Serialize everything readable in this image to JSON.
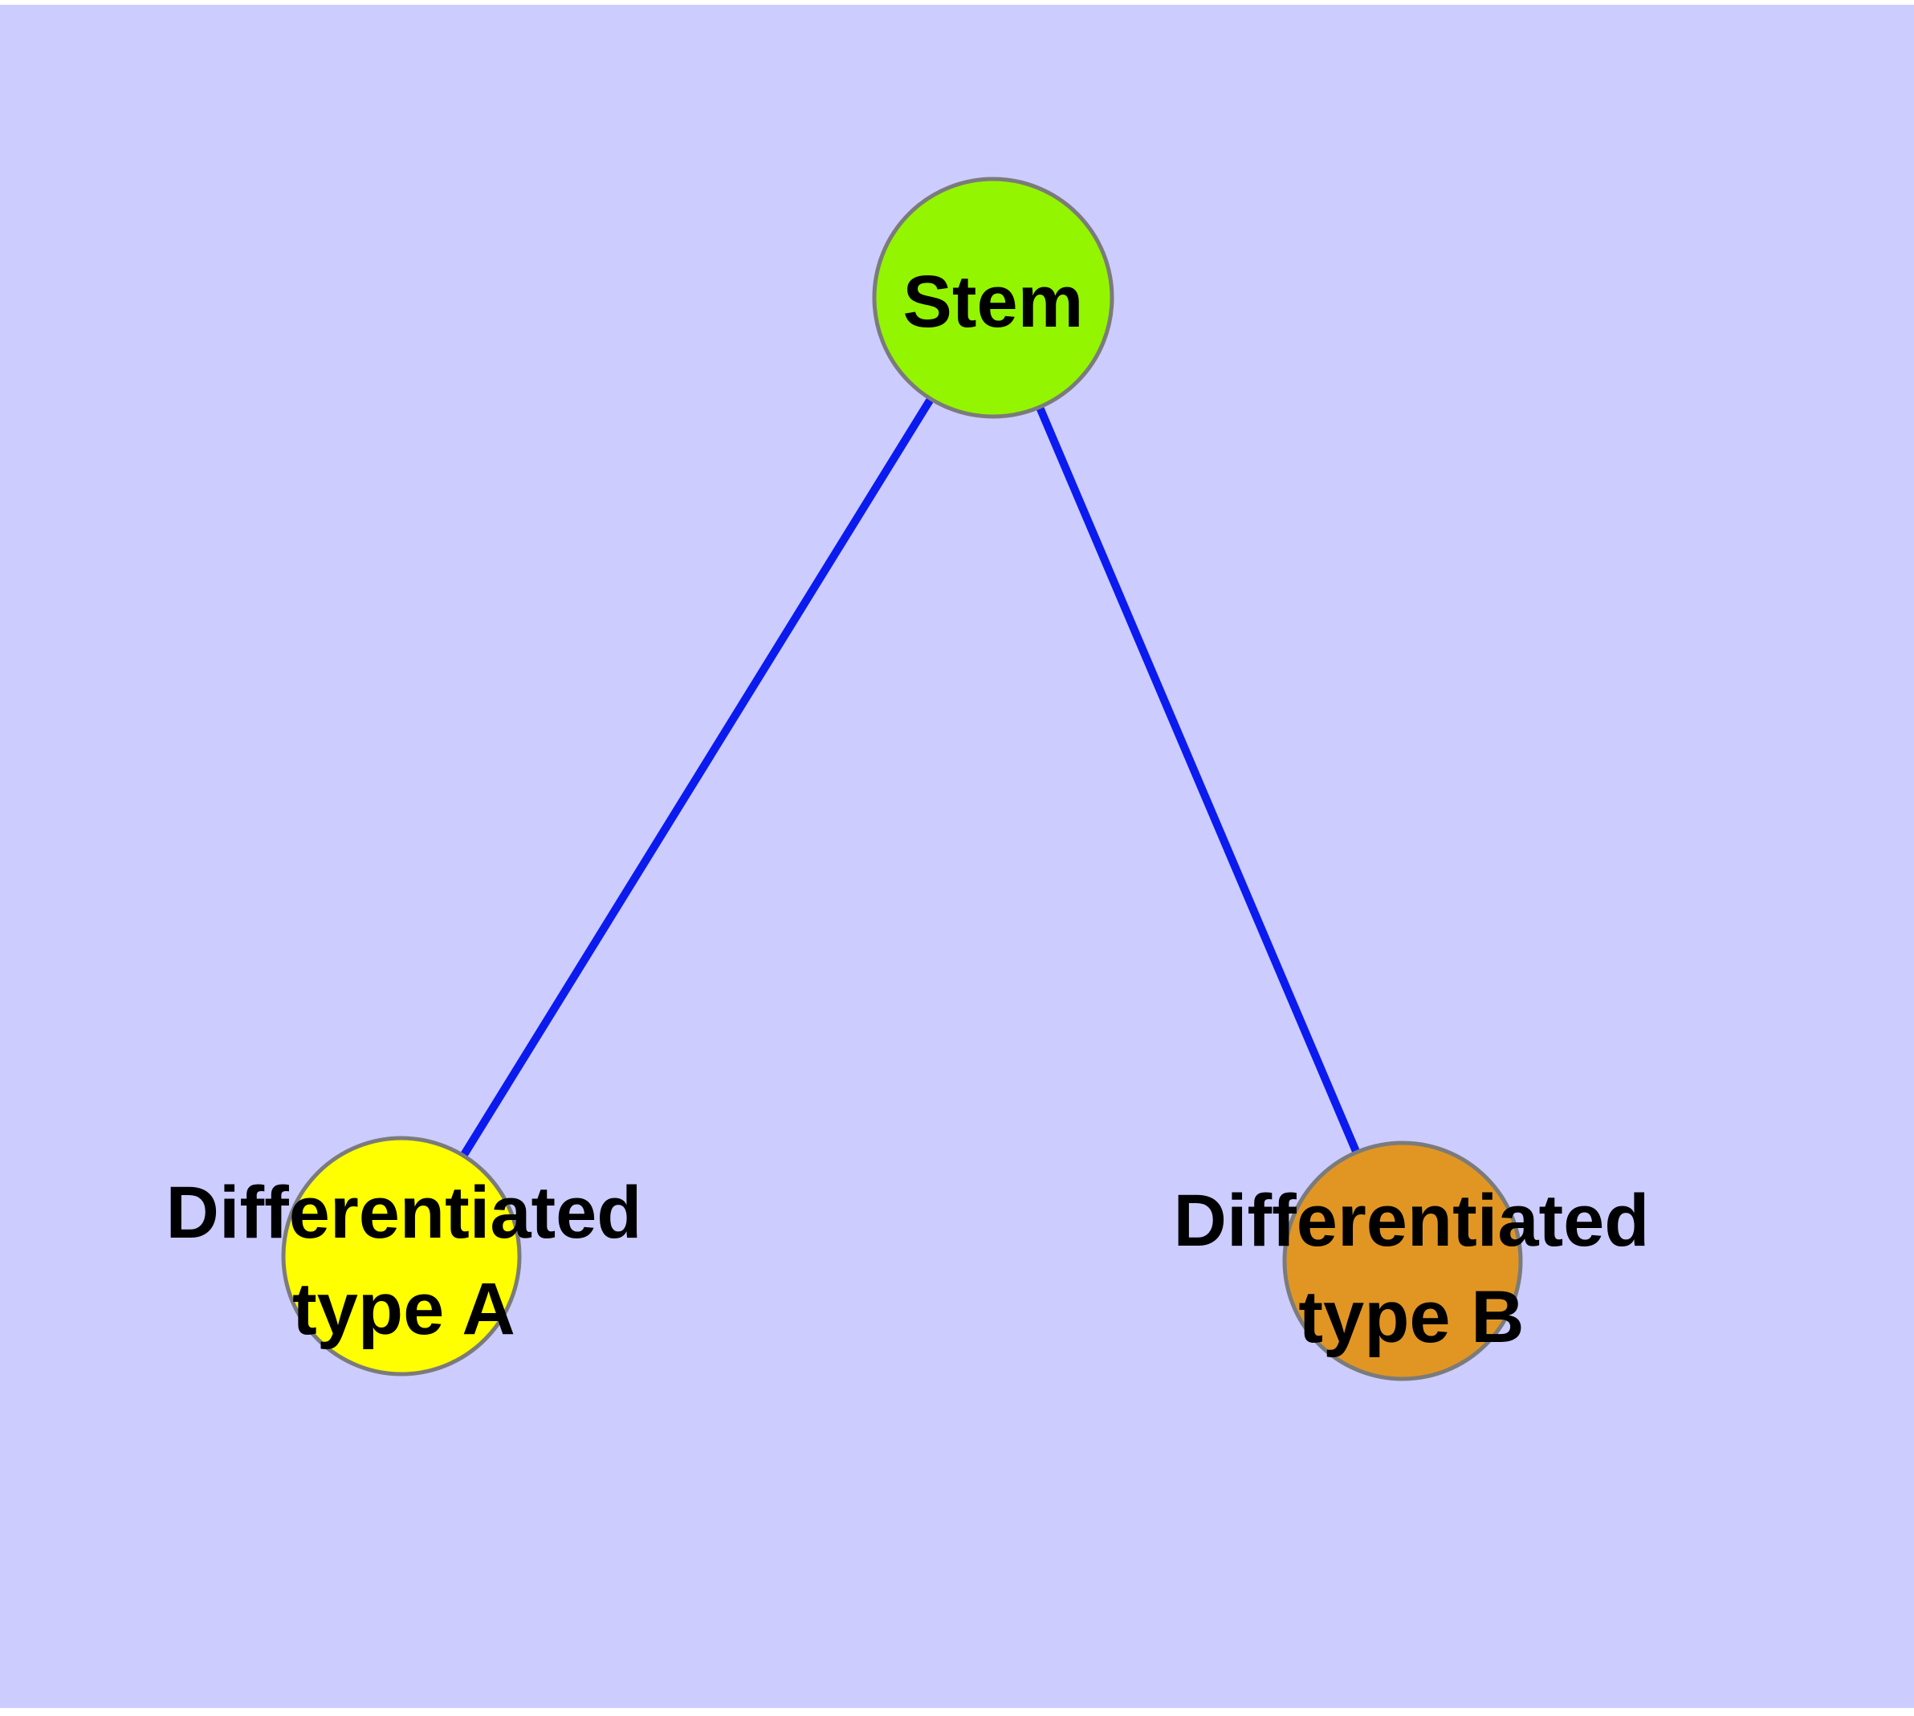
{
  "diagram": {
    "type": "node-link-graph",
    "plot_background_color": "#CCCCFF",
    "page_margin_color": "#FFFFFF",
    "edge_style": {
      "color": "#0B1BEF",
      "width": 10
    },
    "node_style": {
      "border_color": "#7B7B7B",
      "border_width": 5,
      "label_color": "#000000"
    },
    "nodes": [
      {
        "id": "stem",
        "lines": [
          "Stem"
        ],
        "fill": "#93F500"
      },
      {
        "id": "differentiated-type-a",
        "lines": [
          "Differentiated",
          "type A"
        ],
        "fill": "#FFFF00"
      },
      {
        "id": "differentiated-type-b",
        "lines": [
          "Differentiated",
          "type B"
        ],
        "fill": "#E19623"
      }
    ],
    "edges": [
      {
        "from": "stem",
        "to": "differentiated-type-a"
      },
      {
        "from": "stem",
        "to": "differentiated-type-b"
      }
    ]
  }
}
